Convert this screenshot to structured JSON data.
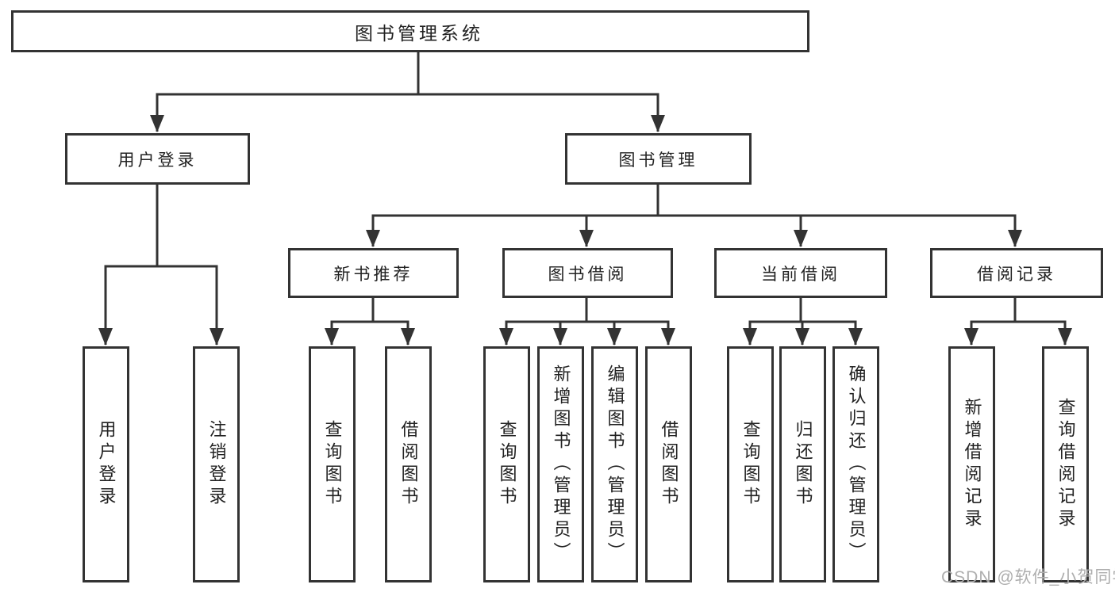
{
  "tree": {
    "label": "图书管理系统",
    "children": [
      {
        "label": "用户登录",
        "children": [
          {
            "label": "用户登录"
          },
          {
            "label": "注销登录"
          }
        ]
      },
      {
        "label": "图书管理",
        "children": [
          {
            "label": "新书推荐",
            "children": [
              {
                "label": "查询图书"
              },
              {
                "label": "借阅图书"
              }
            ]
          },
          {
            "label": "图书借阅",
            "children": [
              {
                "label": "查询图书"
              },
              {
                "label": "新增图书（管理员）"
              },
              {
                "label": "编辑图书（管理员）"
              },
              {
                "label": "借阅图书"
              }
            ]
          },
          {
            "label": "当前借阅",
            "children": [
              {
                "label": "查询图书"
              },
              {
                "label": "归还图书"
              },
              {
                "label": "确认归还（管理员）"
              }
            ]
          },
          {
            "label": "借阅记录",
            "children": [
              {
                "label": "新增借阅记录"
              },
              {
                "label": "查询借阅记录"
              }
            ]
          }
        ]
      }
    ]
  },
  "watermark": {
    "text": "CSDN @软件_小贺同学"
  },
  "colors": {
    "line": "#333333",
    "border": "#333333",
    "text": "#222222",
    "watermark": "#aeaeae",
    "background": "#ffffff"
  }
}
